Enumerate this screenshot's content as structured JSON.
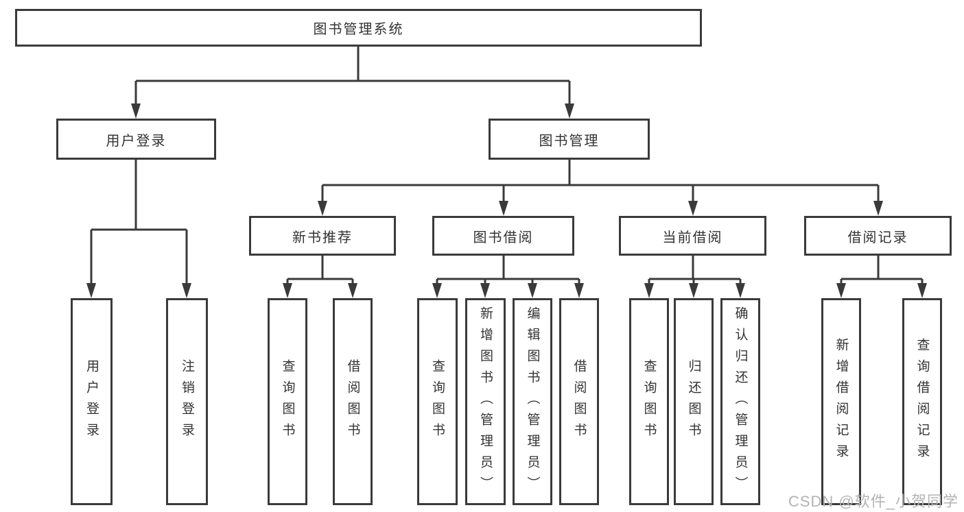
{
  "tree": {
    "root": {
      "label": "图书管理系统",
      "children": [
        {
          "label": "用户登录",
          "children": [
            {
              "label": "用户登录"
            },
            {
              "label": "注销登录"
            }
          ]
        },
        {
          "label": "图书管理",
          "children": [
            {
              "label": "新书推荐",
              "children": [
                {
                  "label": "查询图书"
                },
                {
                  "label": "借阅图书"
                }
              ]
            },
            {
              "label": "图书借阅",
              "children": [
                {
                  "label": "查询图书"
                },
                {
                  "label": "新增图书（管理员）"
                },
                {
                  "label": "编辑图书（管理员）"
                },
                {
                  "label": "借阅图书"
                }
              ]
            },
            {
              "label": "当前借阅",
              "children": [
                {
                  "label": "查询图书"
                },
                {
                  "label": "归还图书"
                },
                {
                  "label": "确认归还（管理员）"
                }
              ]
            },
            {
              "label": "借阅记录",
              "children": [
                {
                  "label": "新增借阅记录"
                },
                {
                  "label": "查询借阅记录"
                }
              ]
            }
          ]
        }
      ]
    }
  },
  "watermark": {
    "text": "CSDN @软件_小贺同学"
  },
  "colors": {
    "line": "#3a3a3a",
    "text": "#333333",
    "watermark": "#b3b3b3",
    "background": "#ffffff"
  }
}
